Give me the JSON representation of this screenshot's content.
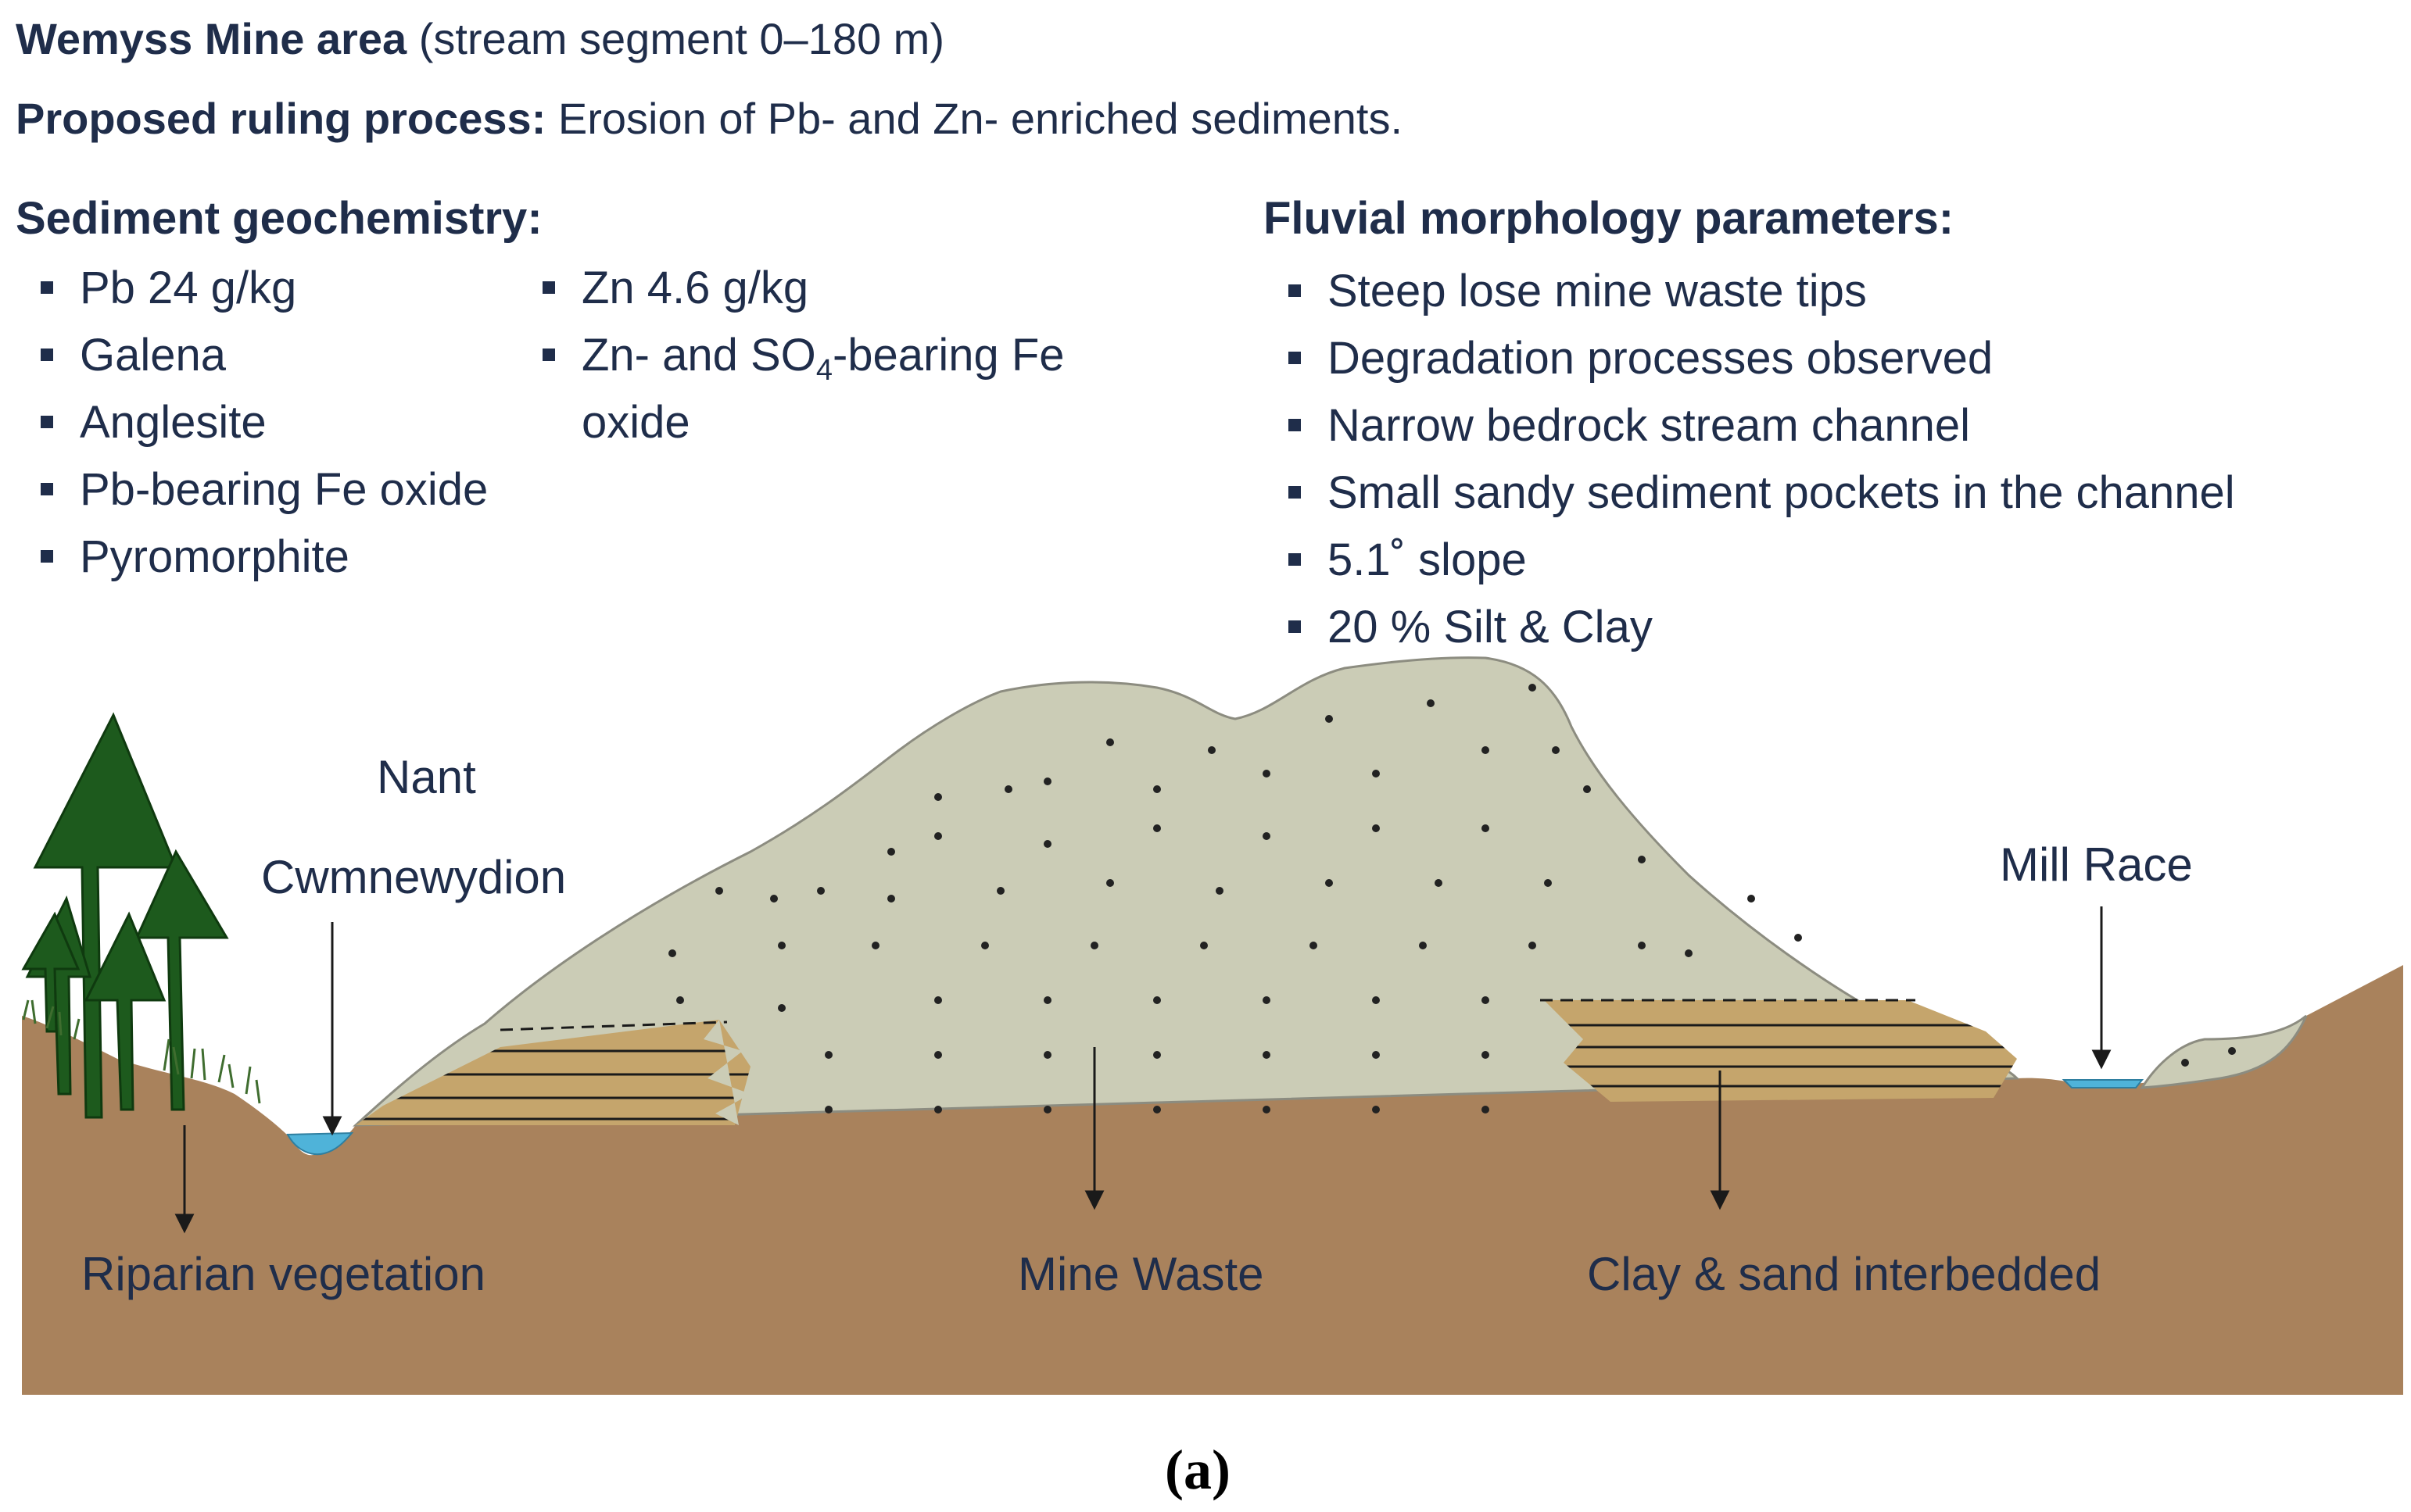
{
  "header": {
    "site_bold": "Wemyss Mine area",
    "site_rest": "(stream segment 0–180 m)",
    "process_bold": "Proposed ruling process:",
    "process_rest": "Erosion of Pb- and Zn- enriched sediments."
  },
  "geochem": {
    "heading": "Sediment geochemistry:",
    "left": [
      "Pb 24 g/kg",
      "Galena",
      "Anglesite",
      "Pb-bearing Fe oxide",
      "Pyromorphite"
    ],
    "right1": "Zn 4.6 g/kg",
    "right2_pre": "Zn- and SO",
    "right2_sub": "4",
    "right2_post": "-bearing Fe",
    "right2_line2": "oxide"
  },
  "morphology": {
    "heading": "Fluvial morphology parameters:",
    "items": [
      "Steep lose mine waste tips",
      "Degradation processes observed",
      "Narrow bedrock stream channel",
      "Small sandy sediment pockets in the channel",
      "5.1˚ slope",
      "20 % Silt & Clay"
    ]
  },
  "labels": {
    "nant": "Nant",
    "cwm": "Cwmnewydion",
    "mill_race": "Mill Race",
    "riparian": "Riparian vegetation",
    "mine_waste": "Mine Waste",
    "clay_sand": "Clay & sand interbedded"
  },
  "caption": "(a)",
  "colors": {
    "soil": "#a9825c",
    "waste": "#cbccb6",
    "sand": "#c5a56c",
    "water": "#4fb3d9",
    "tree": "#1d5a1d",
    "text": "#1f2d4a"
  }
}
